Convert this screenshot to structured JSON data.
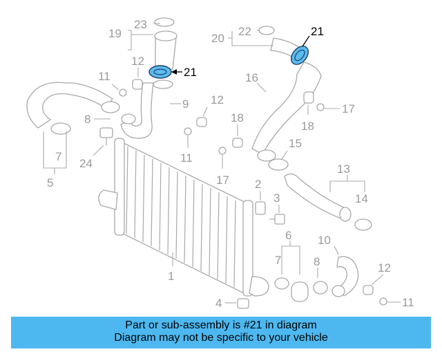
{
  "callouts": {
    "c1": "1",
    "c2": "2",
    "c3": "3",
    "c4": "4",
    "c5": "5",
    "c6": "6",
    "c7a": "7",
    "c7b": "7",
    "c8a": "8",
    "c8b": "8",
    "c9": "9",
    "c10": "10",
    "c11a": "11",
    "c11b": "11",
    "c11c": "11",
    "c12a": "12",
    "c12b": "12",
    "c12c": "12",
    "c13": "13",
    "c14": "14",
    "c15": "15",
    "c16": "16",
    "c17a": "17",
    "c17b": "17",
    "c18a": "18",
    "c18b": "18",
    "c19": "19",
    "c20": "20",
    "c21a": "21",
    "c21b": "21",
    "c22": "22",
    "c23": "23",
    "c24": "24"
  },
  "highlight": {
    "part_number": "21",
    "color": "#5bbcf0"
  },
  "banner": {
    "line1": "Part or sub-assembly is #21 in diagram",
    "line2": "Diagram may not be specific to your vehicle",
    "color": "#4db8f0"
  }
}
